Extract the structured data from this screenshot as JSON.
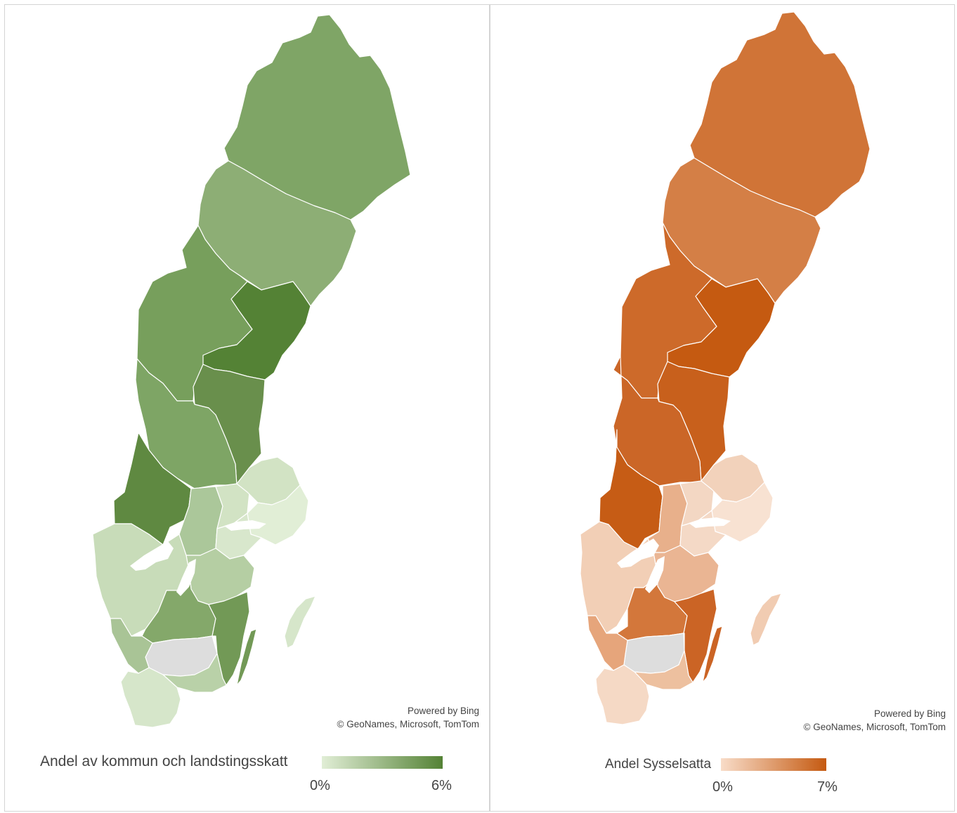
{
  "maps": [
    {
      "legend_title": "Andel  av kommun och landstingsskatt",
      "legend_min": "0%",
      "legend_max": "6%",
      "color_low": "#e1eed6",
      "color_high": "#548235",
      "attribution_line1": "Powered by Bing",
      "attribution_line2": "© GeoNames, Microsoft, TomTom",
      "region_colors": {
        "norrbotten": "#7fa566",
        "vasterbotten": "#8dae75",
        "jamtland": "#779f5c",
        "vasternorrland": "#548235",
        "gavleborg": "#698f4c",
        "dalarna": "#7ea565",
        "varmland": "#5f8941",
        "orebro": "#abc79a",
        "vastmanland": "#d2e3c4",
        "uppsala": "#d2e3c4",
        "stockholm": "#e1eed6",
        "sodermanland": "#d8e7cc",
        "ostergotland": "#b5cea3",
        "vastra-gotaland": "#c8dcb9",
        "jonkoping": "#84a86a",
        "kalmar": "#729956",
        "kronoberg": "#dddddd",
        "halland": "#a9c496",
        "blekinge": "#b9d1a8",
        "skane": "#d6e6ca",
        "gotland": "#d6e6ca",
        "oland": "#729956"
      }
    },
    {
      "legend_title": "Andel Sysselsatta",
      "legend_min": "0%",
      "legend_max": "7%",
      "color_low": "#f8dcc8",
      "color_high": "#c55a11",
      "attribution_line1": "Powered by Bing",
      "attribution_line2": "© GeoNames, Microsoft, TomTom",
      "region_colors": {
        "norrbotten": "#d07437",
        "vasterbotten": "#d47f46",
        "jamtland": "#cd6a2a",
        "vasternorrland": "#c55a11",
        "gavleborg": "#c8601c",
        "dalarna": "#cb6627",
        "varmland": "#c65c15",
        "orebro": "#e8b08b",
        "vastmanland": "#f3d7c3",
        "uppsala": "#f2d2bb",
        "stockholm": "#f8e2d2",
        "sodermanland": "#f4d9c6",
        "ostergotland": "#eab593",
        "vastra-gotaland": "#f2cfb6",
        "jonkoping": "#d3773b",
        "kalmar": "#cb6425",
        "kronoberg": "#dddddd",
        "halland": "#e6a57b",
        "blekinge": "#edc09f",
        "skane": "#f5d9c5",
        "gotland": "#f1ccb2",
        "oland": "#cb6425"
      }
    }
  ]
}
